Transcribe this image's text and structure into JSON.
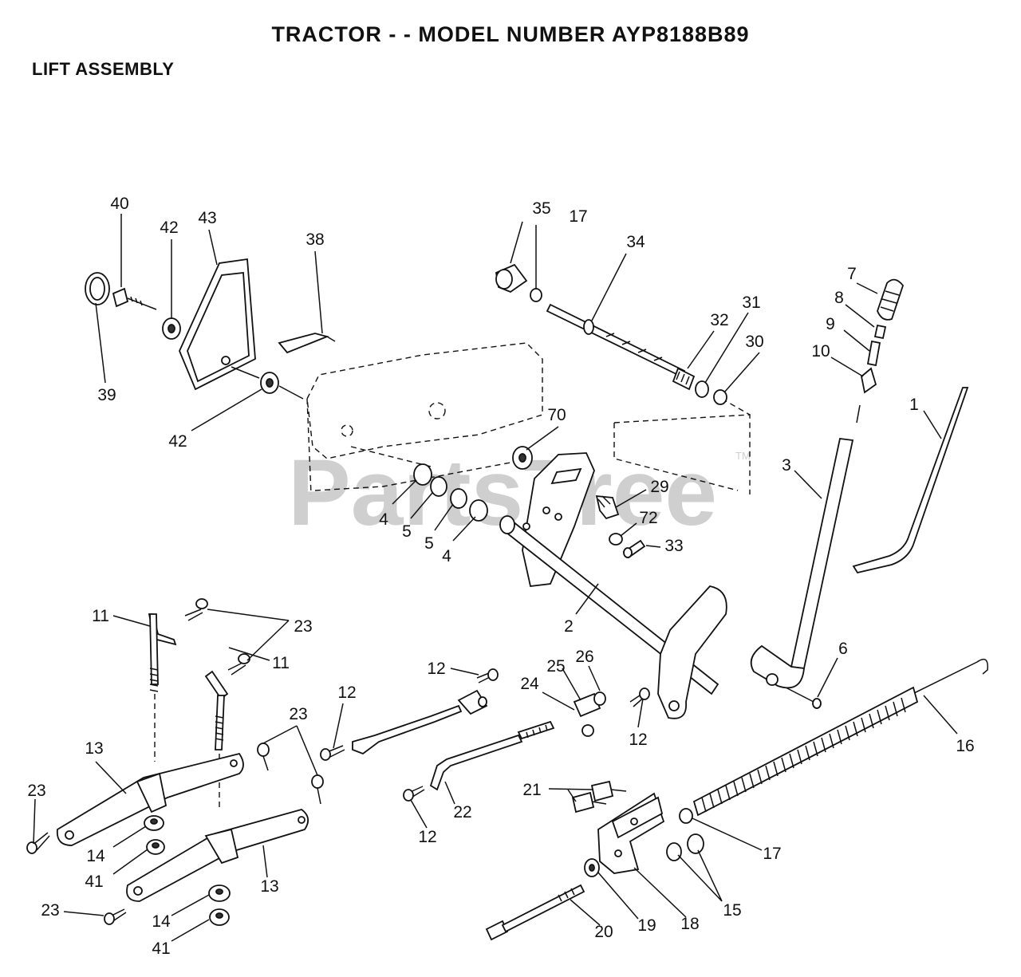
{
  "header": {
    "title": "TRACTOR - - MODEL NUMBER AYP8188B89",
    "section": "LIFT ASSEMBLY"
  },
  "watermark": {
    "text": "PartsTree",
    "trademark": "TM"
  },
  "callouts": {
    "c40": "40",
    "c42a": "42",
    "c43": "43",
    "c38": "38",
    "c39": "39",
    "c42b": "42",
    "c35": "35",
    "c17a": "17",
    "c34": "34",
    "c32": "32",
    "c31": "31",
    "c30": "30",
    "c7": "7",
    "c8": "8",
    "c9": "9",
    "c10": "10",
    "c1": "1",
    "c3": "3",
    "c70": "70",
    "c4a": "4",
    "c5a": "5",
    "c5b": "5",
    "c4b": "4",
    "c29": "29",
    "c72": "72",
    "c33": "33",
    "c2": "2",
    "c11a": "11",
    "c23a": "23",
    "c11b": "11",
    "c23b": "23",
    "c12a": "12",
    "c13a": "13",
    "c23c": "23",
    "c14a": "14",
    "c41a": "41",
    "c13b": "13",
    "c23d": "23",
    "c14b": "14",
    "c41b": "41",
    "c12b": "12",
    "c25": "25",
    "c26": "26",
    "c24": "24",
    "c12c": "12",
    "c22": "22",
    "c12d": "12",
    "c6": "6",
    "c16": "16",
    "c21": "21",
    "c17b": "17",
    "c15": "15",
    "c18": "18",
    "c19": "19",
    "c20": "20"
  }
}
